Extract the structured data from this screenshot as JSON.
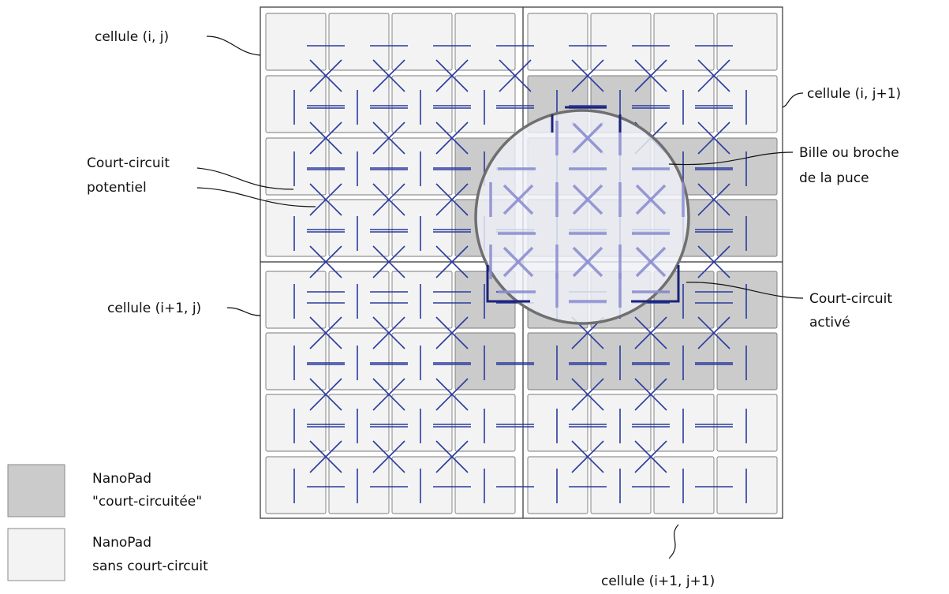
{
  "labels": {
    "cell_ij": "cellule (i, j)",
    "cell_ij1": "cellule (i, j+1)",
    "cell_i1j": "cellule (i+1, j)",
    "cell_i1j1": "cellule (i+1, j+1)",
    "potential_short_line1": "Court-circuit",
    "potential_short_line2": "potentiel",
    "ball_line1": "Bille ou broche",
    "ball_line2": "de la puce",
    "active_short_line1": "Court-circuit",
    "active_short_line2": "activé"
  },
  "legend": {
    "shorted_line1": "NanoPad",
    "shorted_line2": "\"court-circuitée\"",
    "normal_line1": "NanoPad",
    "normal_line2": "sans court-circuit"
  },
  "colors": {
    "pad_fill": "#f3f3f3",
    "pad_stroke": "#7a7a7a",
    "shorted_fill": "#cbcbcb",
    "wire": "#2a3a9e",
    "wire_dark": "#1b237a",
    "ball_fill": "#eef0f6",
    "ball_stroke": "#6f6f6f",
    "cell_border": "#333333"
  }
}
